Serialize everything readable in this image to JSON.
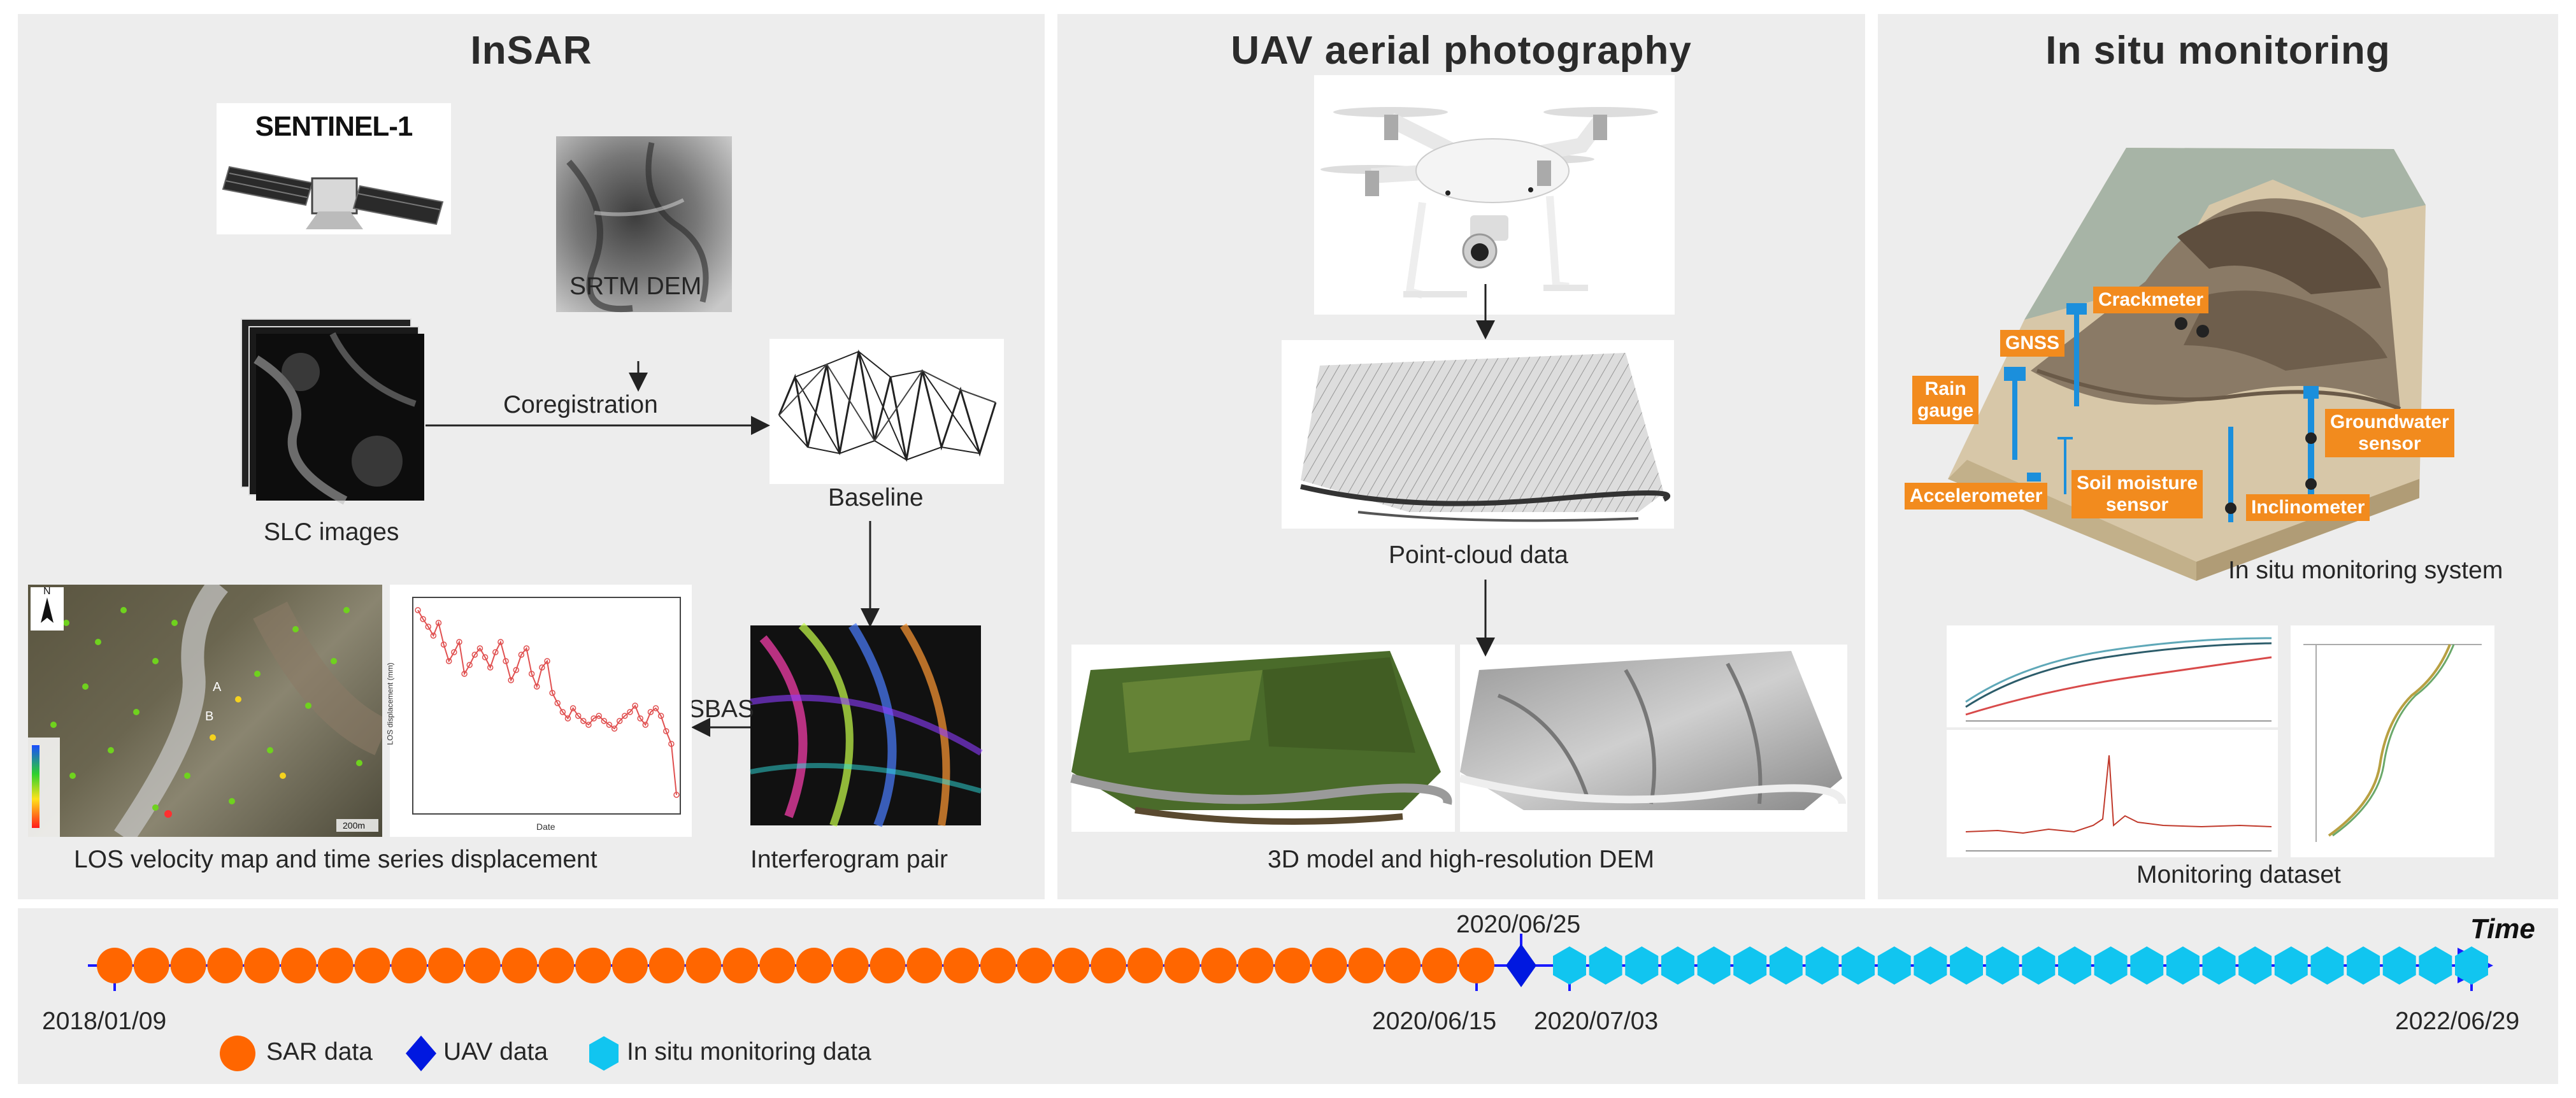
{
  "insar": {
    "title": "InSAR",
    "sentinel_logo": "SENTINEL-1",
    "srtm_label": "SRTM DEM",
    "coreg_label": "Coregistration",
    "slc_label": "SLC images",
    "baseline_label": "Baseline",
    "sbas_label": "SBAS",
    "interferogram_label": "Interferogram pair",
    "los_label": "LOS velocity map and time series displacement",
    "map_north": "N",
    "map_points": [
      "A",
      "B"
    ],
    "map_scale": "200m",
    "ts_xlabel": "Date",
    "ts_ylabel": "LOS displacement (mm)",
    "ts_values": [
      -5,
      -12,
      -18,
      -25,
      -15,
      -32,
      -45,
      -38,
      -30,
      -55,
      -48,
      -40,
      -35,
      -42,
      -50,
      -38,
      -30,
      -45,
      -60,
      -52,
      -40,
      -35,
      -55,
      -65,
      -50,
      -45,
      -70,
      -78,
      -85,
      -90,
      -82,
      -88,
      -92,
      -95,
      -90,
      -88,
      -92,
      -95,
      -98,
      -92,
      -88,
      -85,
      -80,
      -90,
      -95,
      -85,
      -82,
      -88,
      -100,
      -110,
      -150
    ]
  },
  "uav": {
    "title": "UAV aerial photography",
    "pointcloud_label": "Point-cloud data",
    "model_label": "3D model and high-resolution DEM"
  },
  "insitu": {
    "title": "In situ monitoring",
    "system_label": "In situ monitoring system",
    "dataset_label": "Monitoring dataset",
    "sensors": {
      "crackmeter": "Crackmeter",
      "gnss": "GNSS",
      "rain": "Rain\ngauge",
      "groundwater": "Groundwater\nsensor",
      "accelerometer": "Accelerometer",
      "soil": "Soil moisture\nsensor",
      "inclinometer": "Inclinometer"
    }
  },
  "timeline": {
    "time_label": "Time",
    "dates": {
      "start": "2018/01/09",
      "sar_end": "2020/06/15",
      "uav": "2020/06/25",
      "insitu_start": "2020/07/03",
      "end": "2022/06/29"
    },
    "legend": {
      "sar": "SAR data",
      "uav": "UAV data",
      "insitu": "In situ monitoring data"
    },
    "colors": {
      "sar": "#ff6600",
      "uav": "#0018e0",
      "insitu": "#11c5f0",
      "axis": "#1a1aff"
    }
  }
}
